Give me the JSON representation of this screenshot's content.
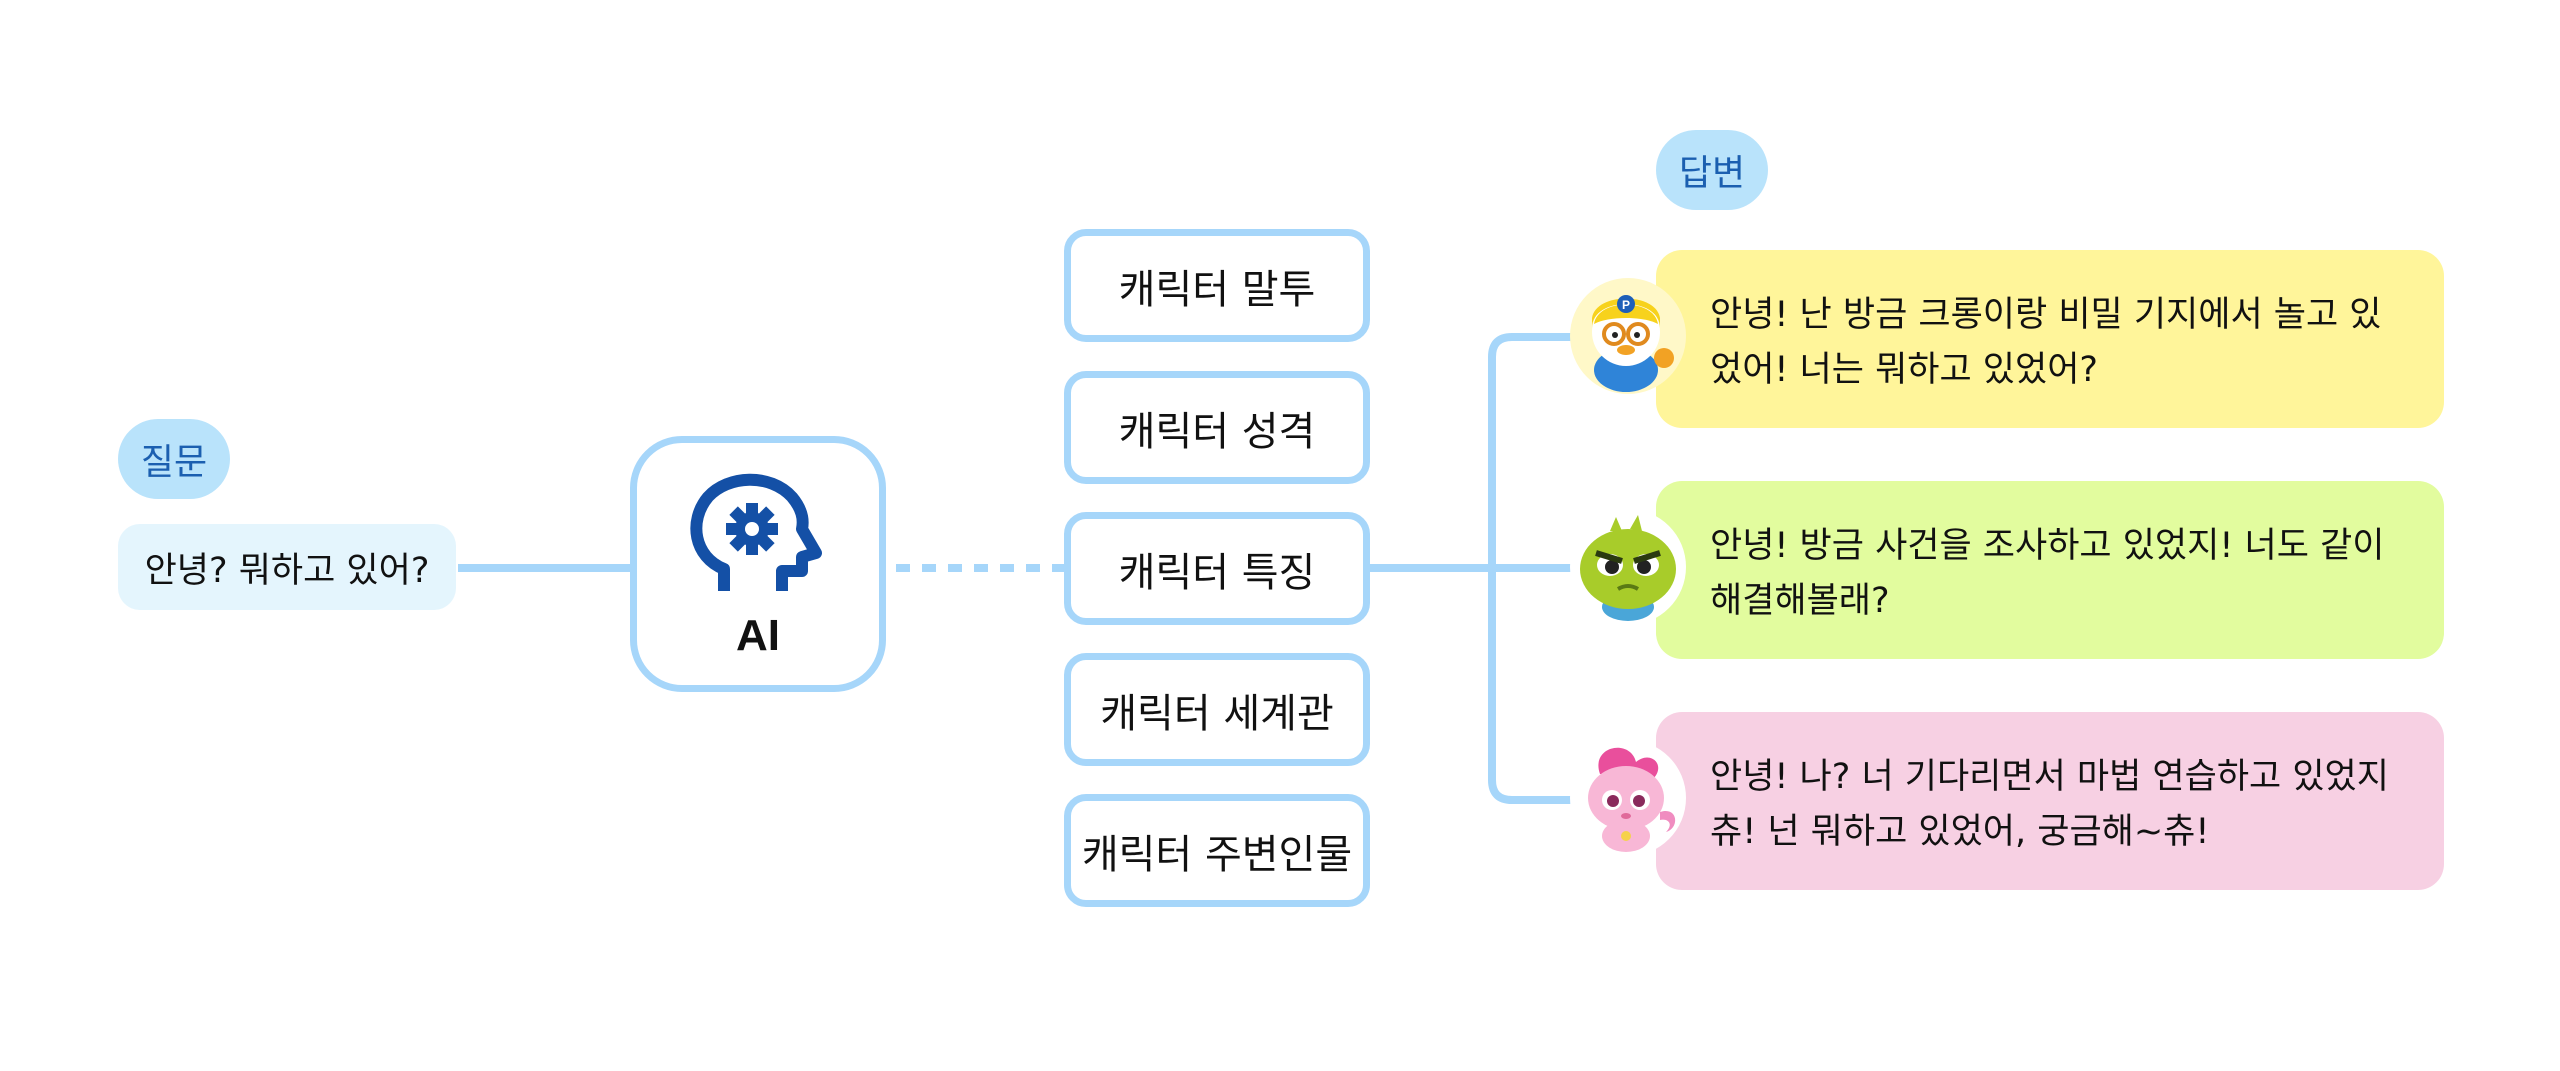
{
  "question": {
    "tag": "질문",
    "text": "안녕? 뭐하고 있어?"
  },
  "ai": {
    "label": "AI",
    "icon": "head-gear-icon"
  },
  "attributes": [
    "캐릭터 말투",
    "캐릭터 성격",
    "캐릭터 특징",
    "캐릭터 세계관",
    "캐릭터 주변인물"
  ],
  "answer": {
    "tag": "답변",
    "responses": [
      {
        "text": "안녕! 난 방금 크롱이랑 비밀 기지에서 놀고 있었어! 너는 뭐하고 있었어?",
        "avatar": "penguin-avatar-icon",
        "color": "#fff59a"
      },
      {
        "text": "안녕! 방금 사건을 조사하고 있었지! 너도 같이 해결해볼래?",
        "avatar": "green-creature-avatar-icon",
        "color": "#e2fc9e"
      },
      {
        "text": "안녕! 나? 너 기다리면서 마법 연습하고 있었지 츄! 넌 뭐하고 있었어, 궁금해~츄!",
        "avatar": "pink-creature-avatar-icon",
        "color": "#f7d0e3"
      }
    ]
  },
  "colors": {
    "accent_line": "#a6d6fa",
    "tag_bg": "#b9e3fb",
    "tag_text": "#1b5fb0",
    "ai_icon": "#1450a6"
  }
}
